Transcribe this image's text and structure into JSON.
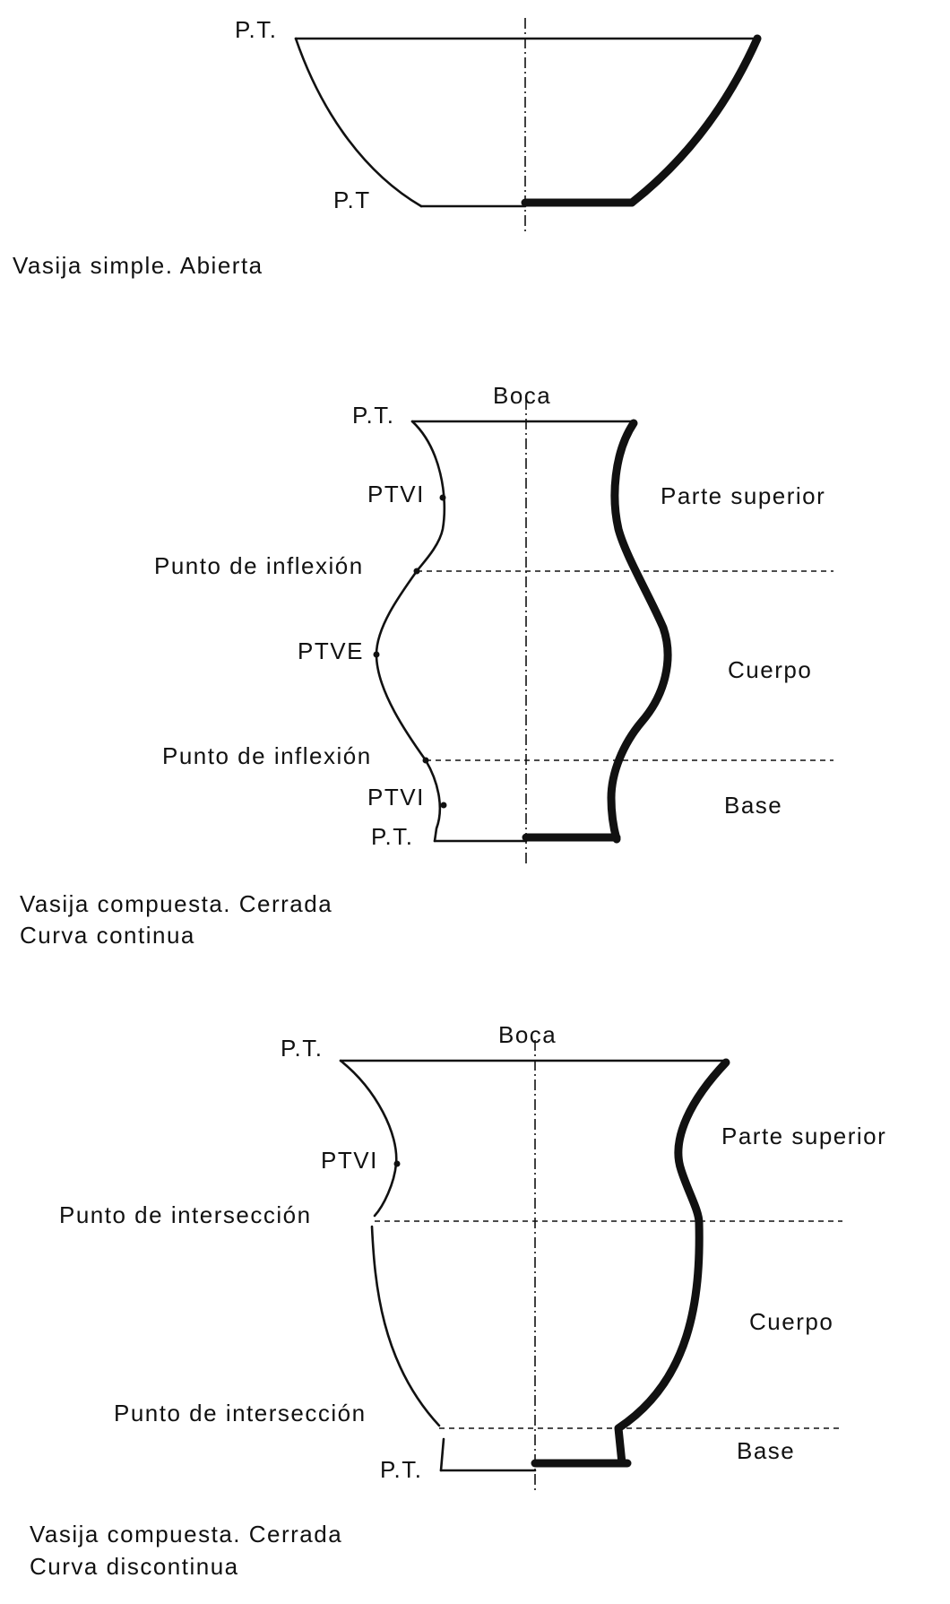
{
  "vessel_simple": {
    "pt_top": "P.T.",
    "pt_bottom": "P.T",
    "caption": "Vasija simple. Abierta"
  },
  "vessel_continuous": {
    "boca": "Boca",
    "pt_top": "P.T.",
    "ptvi_upper": "PTVI",
    "inflexion_upper": "Punto de inflexión",
    "ptve": "PTVE",
    "inflexion_lower": "Punto de inflexión",
    "ptvi_lower": "PTVI",
    "pt_bottom": "P.T.",
    "parte_superior": "Parte superior",
    "cuerpo": "Cuerpo",
    "base": "Base",
    "caption_line1": "Vasija compuesta. Cerrada",
    "caption_line2": "Curva continua"
  },
  "vessel_discontinuous": {
    "boca": "Boca",
    "pt_top": "P.T.",
    "ptvi": "PTVI",
    "interseccion_upper": "Punto de intersección",
    "interseccion_lower": "Punto de intersección",
    "pt_bottom": "P.T.",
    "parte_superior": "Parte superior",
    "cuerpo": "Cuerpo",
    "base": "Base",
    "caption_line1": "Vasija compuesta. Cerrada",
    "caption_line2": "Curva discontinua"
  }
}
